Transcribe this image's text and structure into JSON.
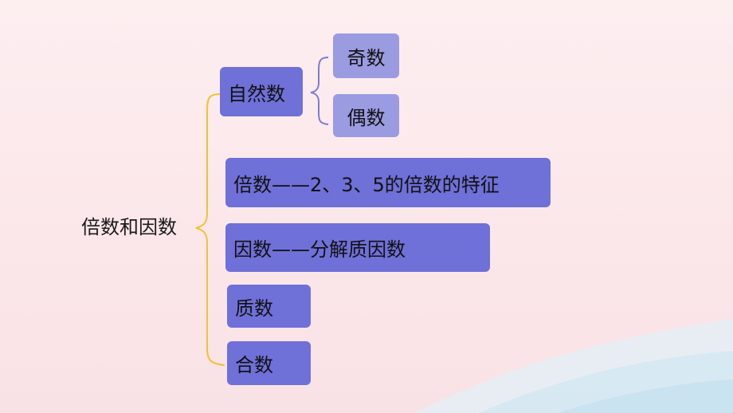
{
  "root": {
    "label": "倍数和因数"
  },
  "branches": [
    {
      "label": "自然数",
      "children": [
        {
          "label": "奇数"
        },
        {
          "label": "偶数"
        }
      ]
    },
    {
      "label": "倍数——2、3、5的倍数的特征"
    },
    {
      "label": "因数——分解质因数"
    },
    {
      "label": "质数"
    },
    {
      "label": "合数"
    }
  ],
  "colors": {
    "node_dark": "#6f70d8",
    "node_light": "#9b9be2",
    "connector_brace": "#f2c230",
    "sub_brace": "#7b7bd6",
    "wave": "#d8ecf4"
  }
}
